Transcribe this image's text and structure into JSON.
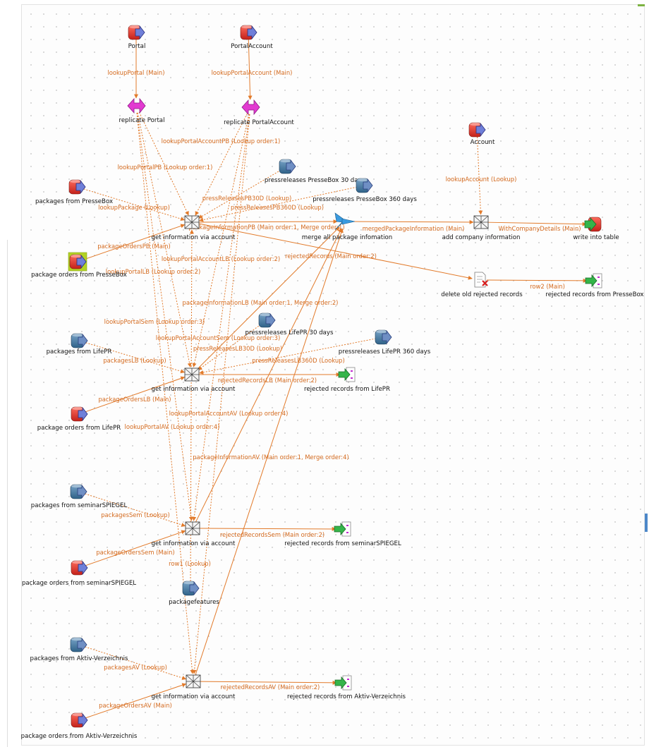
{
  "components": [
    {
      "id": "portal",
      "label": "Portal",
      "kind": "input-db"
    },
    {
      "id": "portalaccount",
      "label": "PortalAccount",
      "kind": "input-db"
    },
    {
      "id": "replicate-portal",
      "label": "replicate Portal",
      "kind": "replicate"
    },
    {
      "id": "replicate-portalaccount",
      "label": "replicate PortalAccount",
      "kind": "replicate"
    },
    {
      "id": "account",
      "label": "Account",
      "kind": "input-db"
    },
    {
      "id": "pr-pb-30",
      "label": "pressreleases PresseBox 30 days",
      "kind": "input-blue"
    },
    {
      "id": "pr-pb-360",
      "label": "pressreleases PresseBox 360 days",
      "kind": "input-blue"
    },
    {
      "id": "pkg-pb",
      "label": "packages from PresseBox",
      "kind": "input-db"
    },
    {
      "id": "get-info-pb",
      "label": "get information via account",
      "kind": "map"
    },
    {
      "id": "merge",
      "label": "merge all package infomation",
      "kind": "merge"
    },
    {
      "id": "add-company",
      "label": "add company information",
      "kind": "map"
    },
    {
      "id": "write-table",
      "label": "write into table",
      "kind": "output-db"
    },
    {
      "id": "pkgorders-pb",
      "label": "package orders from PresseBox",
      "kind": "input-db-selected"
    },
    {
      "id": "delete-rejected",
      "label": "delete old rejected records",
      "kind": "delete"
    },
    {
      "id": "rejected-pb",
      "label": "rejected records from PresseBox",
      "kind": "output-file"
    },
    {
      "id": "pr-lpr-30",
      "label": "pressreleases LifePR 30 days",
      "kind": "input-blue"
    },
    {
      "id": "pr-lpr-360",
      "label": "pressreleases LifePR 360 days",
      "kind": "input-blue"
    },
    {
      "id": "pkg-lpr",
      "label": "packages from LifePR",
      "kind": "input-blue"
    },
    {
      "id": "get-info-lb",
      "label": "get information via account",
      "kind": "map"
    },
    {
      "id": "rejected-lpr",
      "label": "rejected records from LifePR",
      "kind": "output-file"
    },
    {
      "id": "pkgorders-lpr",
      "label": "package orders from LifePR",
      "kind": "input-db"
    },
    {
      "id": "pkg-sem",
      "label": "packages from seminarSPIEGEL",
      "kind": "input-blue"
    },
    {
      "id": "get-info-sem",
      "label": "get information via account",
      "kind": "map"
    },
    {
      "id": "rejected-sem",
      "label": "rejected records from seminarSPIEGEL",
      "kind": "output-file"
    },
    {
      "id": "pkgorders-sem",
      "label": "package orders from seminarSPIEGEL",
      "kind": "input-db"
    },
    {
      "id": "packagefeatures",
      "label": "packagefeatures",
      "kind": "input-blue"
    },
    {
      "id": "pkg-av",
      "label": "packages from Aktiv-Verzeichnis",
      "kind": "input-blue"
    },
    {
      "id": "get-info-av",
      "label": "get information via account",
      "kind": "map"
    },
    {
      "id": "rejected-av",
      "label": "rejected records from Aktiv-Verzeichnis",
      "kind": "output-file"
    },
    {
      "id": "pkgorders-av",
      "label": "package orders from Aktiv-Verzeichnis",
      "kind": "input-db"
    }
  ],
  "links": [
    {
      "from": "portal",
      "to": "replicate-portal",
      "label": "lookupPortal (Main)",
      "style": "solid"
    },
    {
      "from": "portalaccount",
      "to": "replicate-portalaccount",
      "label": "lookupPortalAccount (Main)",
      "style": "solid"
    },
    {
      "from": "account",
      "to": "add-company",
      "label": "lookupAccount (Lookup)",
      "style": "dotted"
    },
    {
      "from": "replicate-portalaccount",
      "to": "get-info-pb",
      "label": "lookupPortalAccountPB (Lookup order:1)",
      "style": "dotted"
    },
    {
      "from": "replicate-portal",
      "to": "get-info-pb",
      "label": "lookupPortalPB (Lookup order:1)",
      "style": "dotted"
    },
    {
      "from": "pr-pb-30",
      "to": "get-info-pb",
      "label": "pressReleasesPB30D (Lookup)",
      "style": "dotted"
    },
    {
      "from": "pr-pb-360",
      "to": "get-info-pb",
      "label": "pressReleasesPB360D (Lookup)",
      "style": "dotted"
    },
    {
      "from": "pkg-pb",
      "to": "get-info-pb",
      "label": "lookupPackage (Lookup)",
      "style": "dotted"
    },
    {
      "from": "get-info-pb",
      "to": "merge",
      "label": "packageInformationPB (Main order:1, Merge order:1)",
      "style": "solid"
    },
    {
      "from": "merge",
      "to": "add-company",
      "label": "mergedPackageInformation (Main)",
      "style": "solid"
    },
    {
      "from": "add-company",
      "to": "write-table",
      "label": "WithCompanyDetails (Main)",
      "style": "solid"
    },
    {
      "from": "pkgorders-pb",
      "to": "get-info-pb",
      "label": "packageOrdersPB (Main)",
      "style": "solid"
    },
    {
      "from": "get-info-pb",
      "to": "delete-rejected",
      "label": "rejectedRecords (Main order:2)",
      "style": "solid"
    },
    {
      "from": "delete-rejected",
      "to": "rejected-pb",
      "label": "row2 (Main)",
      "style": "solid"
    },
    {
      "from": "replicate-portalaccount",
      "to": "get-info-lb",
      "label": "lookupPortalAccountLB (Lookup order:2)",
      "style": "dotted"
    },
    {
      "from": "replicate-portal",
      "to": "get-info-lb",
      "label": "lookupPortalLB (Lookup order:2)",
      "style": "dotted"
    },
    {
      "from": "get-info-lb",
      "to": "merge",
      "label": "packageInformationLB (Main order:1, Merge order:2)",
      "style": "solid"
    },
    {
      "from": "replicate-portal",
      "to": "get-info-sem",
      "label": "lookupPortalSem (Lookup order:3)",
      "style": "dotted"
    },
    {
      "from": "replicate-portalaccount",
      "to": "get-info-sem",
      "label": "lookupPortalAccountSem (Lookup order:3)",
      "style": "dotted"
    },
    {
      "from": "pr-lpr-30",
      "to": "get-info-lb",
      "label": "pressReleasesLB30D (Lookup)",
      "style": "dotted"
    },
    {
      "from": "pr-lpr-360",
      "to": "get-info-lb",
      "label": "pressReleasesLB360D (Lookup)",
      "style": "dotted"
    },
    {
      "from": "pkg-lpr",
      "to": "get-info-lb",
      "label": "packagesLB (Lookup)",
      "style": "dotted"
    },
    {
      "from": "get-info-lb",
      "to": "rejected-lpr",
      "label": "rejectedRecordsLB (Main order:2)",
      "style": "solid"
    },
    {
      "from": "pkgorders-lpr",
      "to": "get-info-lb",
      "label": "packageOrdersLB (Main)",
      "style": "solid"
    },
    {
      "from": "replicate-portalaccount",
      "to": "get-info-av",
      "label": "lookupPortalAccountAV (Lookup order:4)",
      "style": "dotted"
    },
    {
      "from": "replicate-portal",
      "to": "get-info-av",
      "label": "lookupPortalAV (Lookup order:4)",
      "style": "dotted"
    },
    {
      "from": "get-info-av",
      "to": "merge",
      "label": "packageInformationAV (Main order:1, Merge order:4)",
      "style": "solid"
    },
    {
      "from": "pkg-sem",
      "to": "get-info-sem",
      "label": "packagesSem (Lookup)",
      "style": "dotted"
    },
    {
      "from": "get-info-sem",
      "to": "rejected-sem",
      "label": "rejectedRecordsSem (Main order:2)",
      "style": "solid"
    },
    {
      "from": "pkgorders-sem",
      "to": "get-info-sem",
      "label": "packageOrdersSem (Main)",
      "style": "solid"
    },
    {
      "from": "packagefeatures",
      "to": "get-info-pb",
      "label": "row1 (Lookup)",
      "style": "dotted"
    },
    {
      "from": "pkg-av",
      "to": "get-info-av",
      "label": "packagesAV (Lookup)",
      "style": "dotted"
    },
    {
      "from": "get-info-av",
      "to": "rejected-av",
      "label": "rejectedRecordsAV (Main order:2)",
      "style": "solid"
    },
    {
      "from": "pkgorders-av",
      "to": "get-info-av",
      "label": "packageOrdersAV (Main)",
      "style": "solid"
    },
    {
      "from": "get-info-sem",
      "to": "merge",
      "label": "",
      "style": "solid"
    }
  ]
}
